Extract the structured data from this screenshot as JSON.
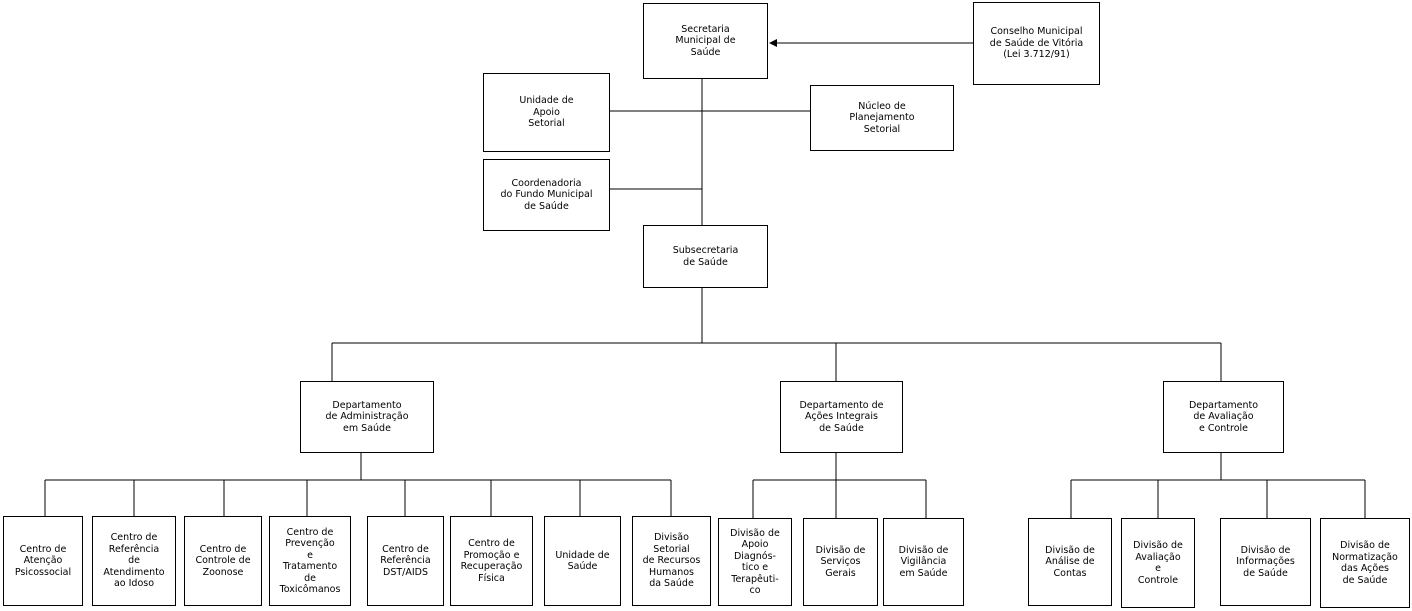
{
  "nodes": {
    "secretaria": "Secretaria\nMunicipal de\nSaúde",
    "conselho": "Conselho Municipal\nde Saúde de Vitória\n(Lei 3.712/91)",
    "unidade_apoio": "Unidade de\nApoio\nSetorial",
    "nucleo": "Núcleo de\nPlanejamento\nSetorial",
    "coordenadoria": "Coordenadoria\ndo Fundo Municipal\nde Saúde",
    "subsecretaria": "Subsecretaria\nde Saúde",
    "dep_admin": "Departamento\nde Administração\nem Saúde",
    "dep_acoes": "Departamento de\nAções Integrais\nde Saúde",
    "dep_avaliacao": "Departamento\nde Avaliação\ne Controle",
    "centro_psicossocial": "Centro de\nAtenção\nPsicossocial",
    "centro_idoso": "Centro de\nReferência\nde\nAtendimento\nao Idoso",
    "centro_zoonose": "Centro de\nControle de\nZoonose",
    "centro_toxicomanos": "Centro de\nPrevenção\ne\nTratamento\nde\nToxicômanos",
    "centro_dst": "Centro de\nReferência\nDST/AIDS",
    "centro_promocao": "Centro de\nPromoção e\nRecuperação\nFísica",
    "unidade_saude": "Unidade de\nSaúde",
    "div_rh": "Divisão\nSetorial\nde Recursos\nHumanos\nda Saúde",
    "div_apoio_diag": "Divisão de\nApoio\nDiagnós-\ntico e\nTerapêuti-\nco",
    "div_servicos": "Divisão de\nServiços\nGerais",
    "div_vigilancia": "Divisão de\nVigilância\nem Saúde",
    "div_analise": "Divisão de\nAnálise de\nContas",
    "div_avaliacao": "Divisão de\nAvaliação\ne\nControle",
    "div_informacoes": "Divisão de\nInformações\nde Saúde",
    "div_normatizacao": "Divisão de\nNormatização\ndas Ações\nde Saúde"
  }
}
